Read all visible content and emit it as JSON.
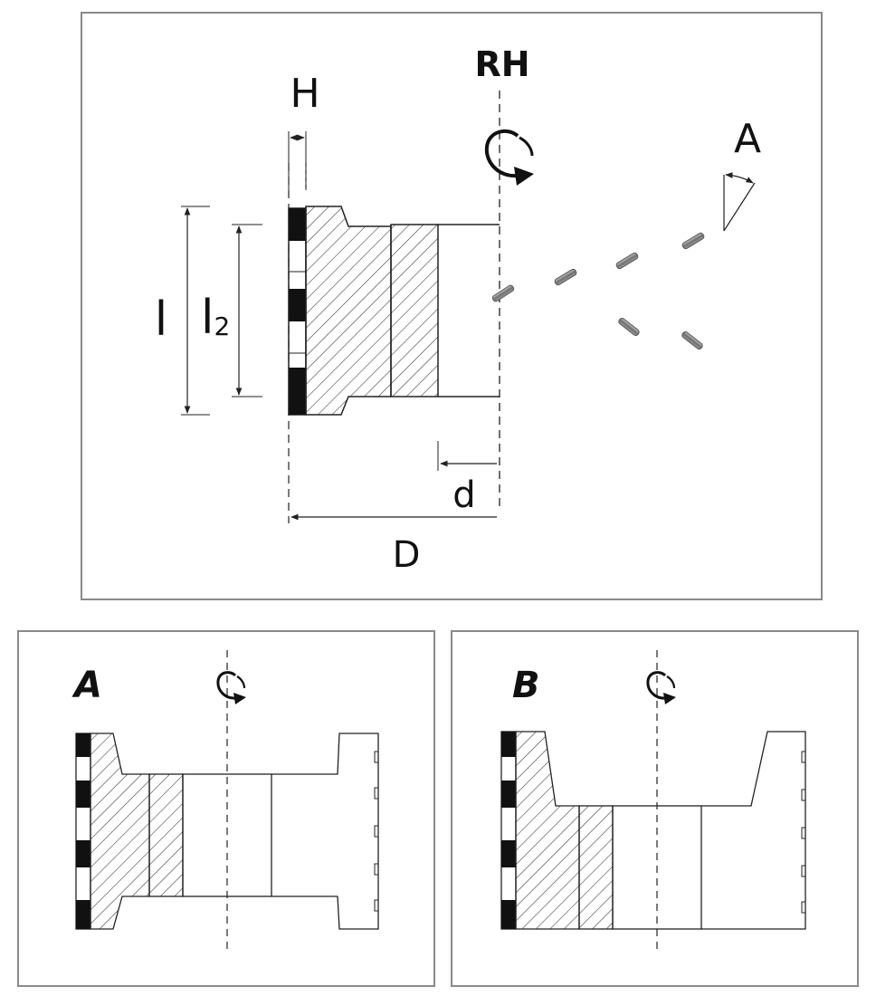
{
  "main_diagram": {
    "labels": {
      "H": "H",
      "RH": "RH",
      "A": "A",
      "l": "l",
      "l2_base": "l",
      "l2_sub": "2",
      "d": "d",
      "D": "D"
    }
  },
  "variant_a": {
    "label": "A"
  },
  "variant_b": {
    "label": "B"
  },
  "colors": {
    "line": "#333333",
    "frame": "#888888",
    "segment": "#111111",
    "pin": "#8a8a8a"
  }
}
